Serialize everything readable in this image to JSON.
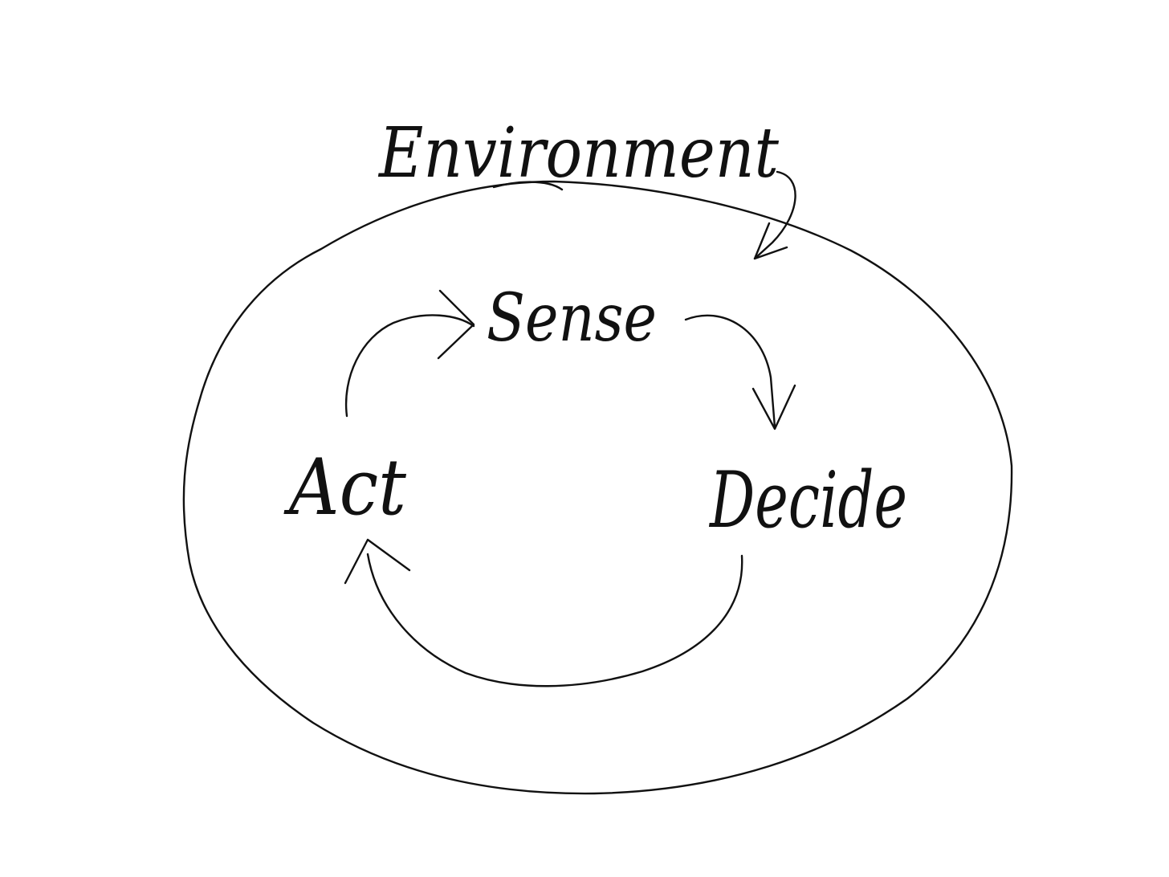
{
  "diagram": {
    "labels": {
      "environment": "Environment",
      "sense": "Sense",
      "decide": "Decide",
      "act": "Act"
    },
    "colors": {
      "ink": "#111111",
      "background": "#ffffff"
    },
    "edges": [
      {
        "from": "Environment",
        "to": "Sense"
      },
      {
        "from": "Sense",
        "to": "Decide"
      },
      {
        "from": "Decide",
        "to": "Act"
      },
      {
        "from": "Act",
        "to": "Sense"
      }
    ]
  }
}
